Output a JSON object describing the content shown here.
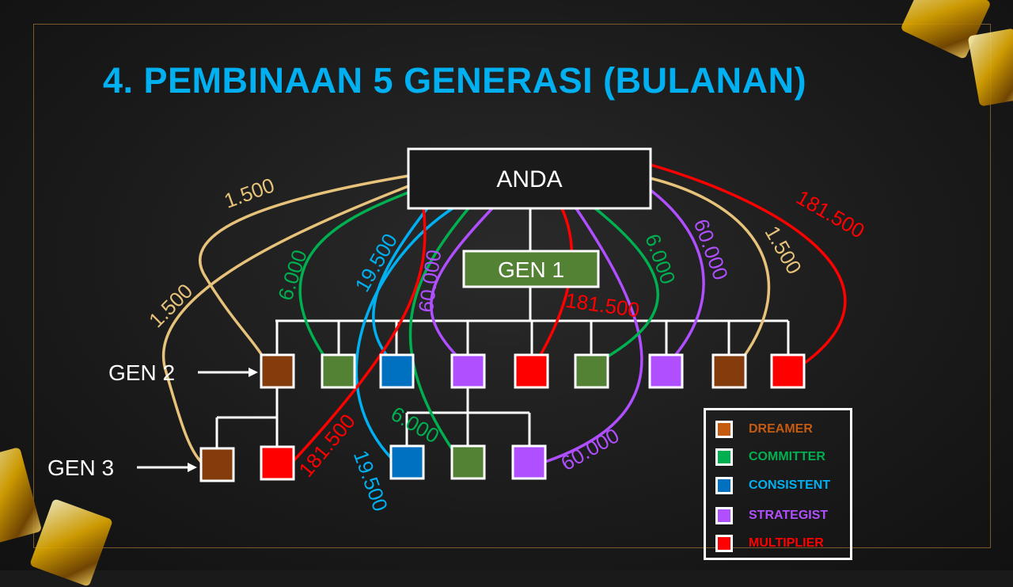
{
  "slide": {
    "title": "4. PEMBINAAN 5 GENERASI (BULANAN)"
  },
  "nodes": {
    "root": "ANDA",
    "gen1": "GEN 1",
    "gen2_label": "GEN 2",
    "gen3_label": "GEN 3"
  },
  "values": {
    "v1": "1.500",
    "v2": "1.500",
    "v3": "6.000",
    "v4": "19.500",
    "v5": "60.000",
    "v6": "181.500",
    "v7": "6.000",
    "v8": "60.000",
    "v9": "1.500",
    "v10": "181.500",
    "v11": "181.500",
    "v12": "19.500",
    "v13": "6.000",
    "v14": "60.000"
  },
  "legend": [
    {
      "label": "DREAMER",
      "color": "#c55a11",
      "text_color": "#c55a11"
    },
    {
      "label": "COMMITTER",
      "color": "#00b050",
      "text_color": "#00b050"
    },
    {
      "label": "CONSISTENT",
      "color": "#0070c0",
      "text_color": "#00b0f0"
    },
    {
      "label": "STRATEGIST",
      "color": "#b04fff",
      "text_color": "#b04fff"
    },
    {
      "label": "MULTIPLIER",
      "color": "#ff0000",
      "text_color": "#ff0000"
    }
  ],
  "colors": {
    "title": "#00b0f0",
    "gen1": "#548235"
  }
}
